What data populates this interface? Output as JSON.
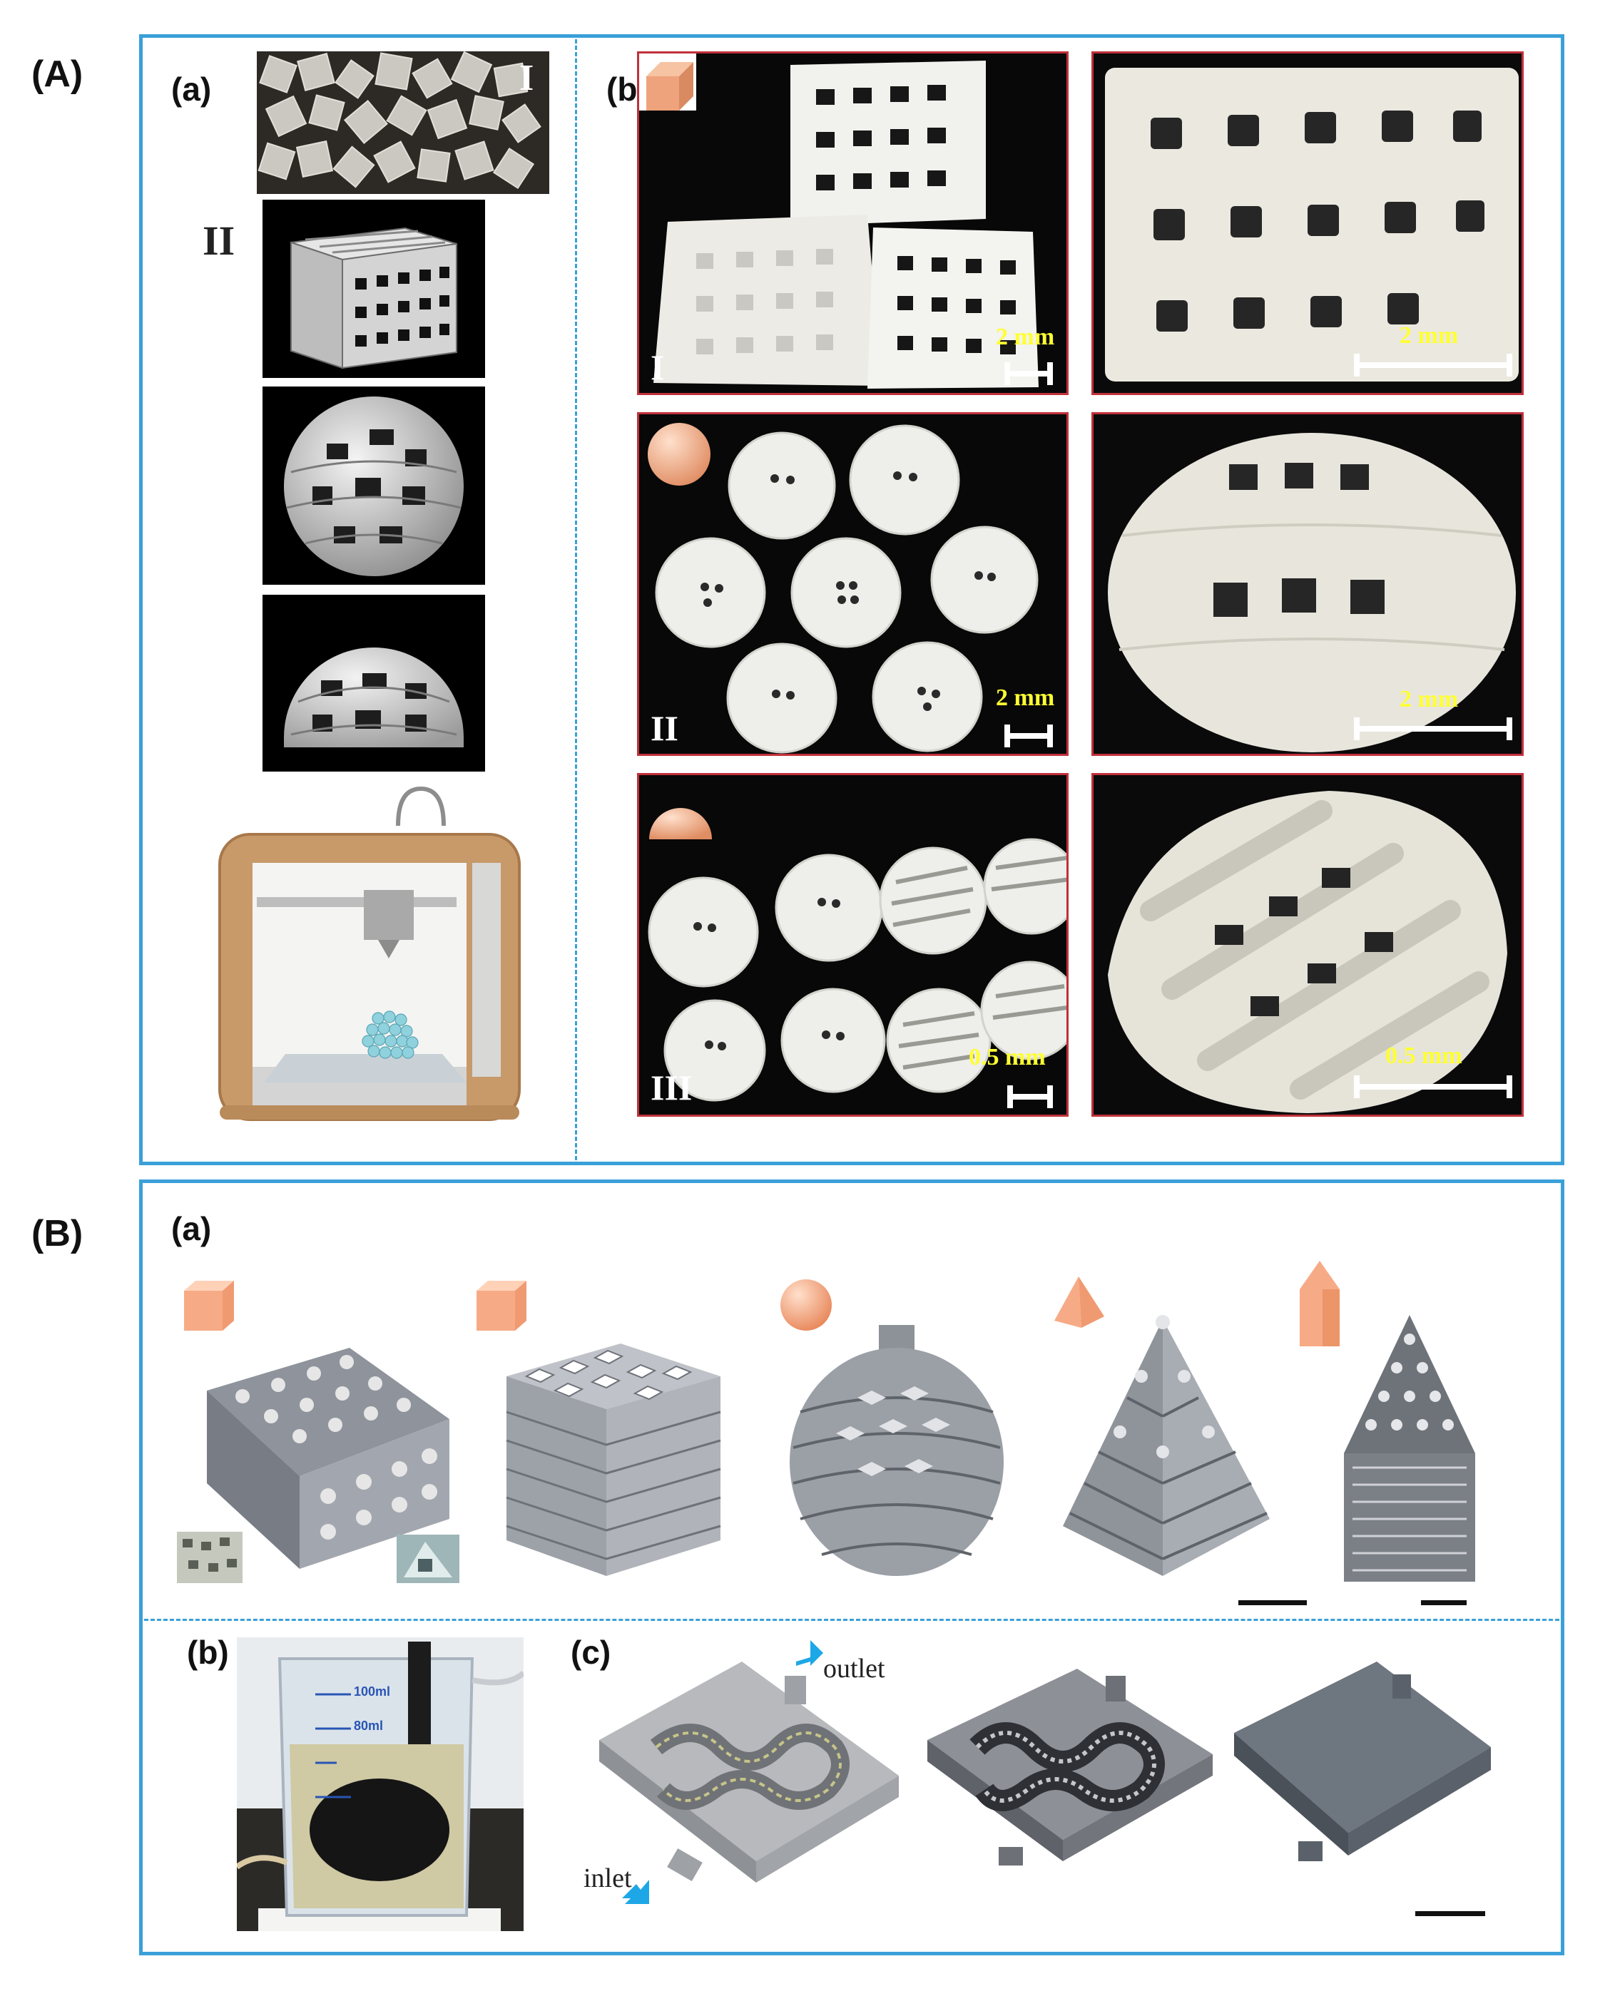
{
  "panel_A": {
    "label": "(A)",
    "sub_a": {
      "label": "(a)",
      "roman_I": "I",
      "roman_II": "II"
    },
    "sub_b": {
      "label": "(b)",
      "row_I": {
        "roman": "I",
        "scale_left": "2 mm",
        "scale_right": "2 mm",
        "shape_icon": "cube-icon"
      },
      "row_II": {
        "roman": "II",
        "scale_left": "2 mm",
        "scale_right": "2 mm",
        "shape_icon": "sphere-icon"
      },
      "row_III": {
        "roman": "III",
        "scale_left": "0.5 mm",
        "scale_right": "0.5 mm",
        "shape_icon": "hemisphere-icon"
      }
    }
  },
  "panel_B": {
    "label": "(B)",
    "sub_a": {
      "label": "(a)",
      "shape_icons": [
        "cube-icon",
        "cube-icon",
        "sphere-icon",
        "pyramid-icon",
        "pencil-prism-icon"
      ]
    },
    "sub_b": {
      "label": "(b)",
      "beaker_mark_100": "100ml",
      "beaker_mark_80": "80ml"
    },
    "sub_c": {
      "label": "(c)",
      "outlet": "outlet",
      "inlet": "inlet"
    }
  },
  "colors": {
    "frame": "#3aa0d9",
    "scale_text": "#ffff33",
    "shape_peach": "#f4a987",
    "photo_border": "#c0313a"
  }
}
